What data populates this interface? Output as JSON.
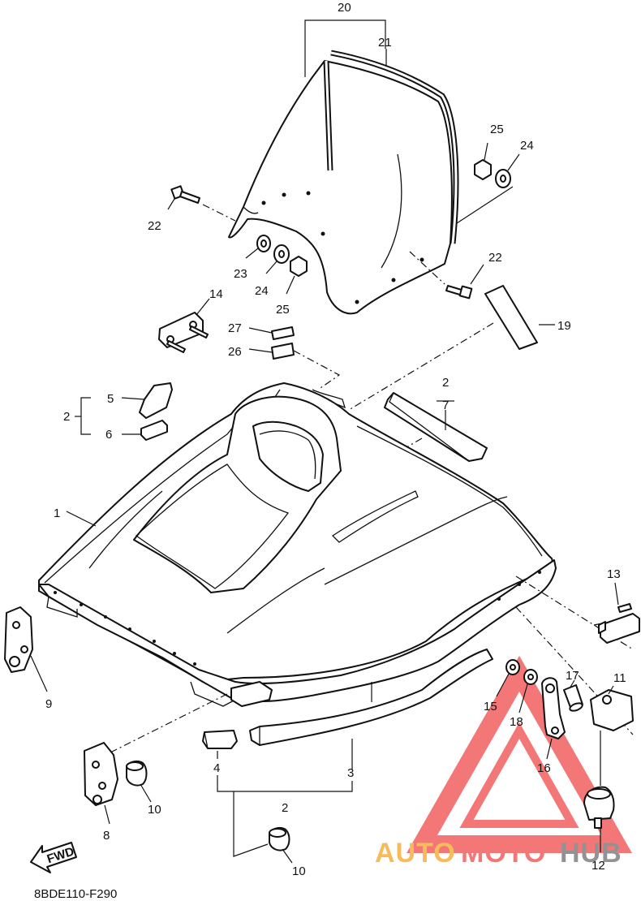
{
  "diagram": {
    "code": "8BDE110-F290",
    "fwd_label": "FWD",
    "part_labels": {
      "p1": "1",
      "p2_top": "2",
      "p2_left": "2",
      "p2_bottom": "2",
      "p3": "3",
      "p4": "4",
      "p5": "5",
      "p6": "6",
      "p7": "7",
      "p8": "8",
      "p9": "9",
      "p10_a": "10",
      "p10_b": "10",
      "p11": "11",
      "p12": "12",
      "p13": "13",
      "p14": "14",
      "p15": "15",
      "p16": "16",
      "p17": "17",
      "p18": "18",
      "p19": "19",
      "p20": "20",
      "p21": "21",
      "p22_a": "22",
      "p22_b": "22",
      "p23": "23",
      "p24_a": "24",
      "p24_b": "24",
      "p25_a": "25",
      "p25_b": "25",
      "p26": "26",
      "p27": "27"
    }
  },
  "watermark": {
    "text_a": "AUTO",
    "text_b": "MOTO",
    "text_c": "HUB",
    "colors": {
      "red": "#f04a4a",
      "orange": "#f5a623",
      "gray": "#6e6e6e"
    }
  }
}
